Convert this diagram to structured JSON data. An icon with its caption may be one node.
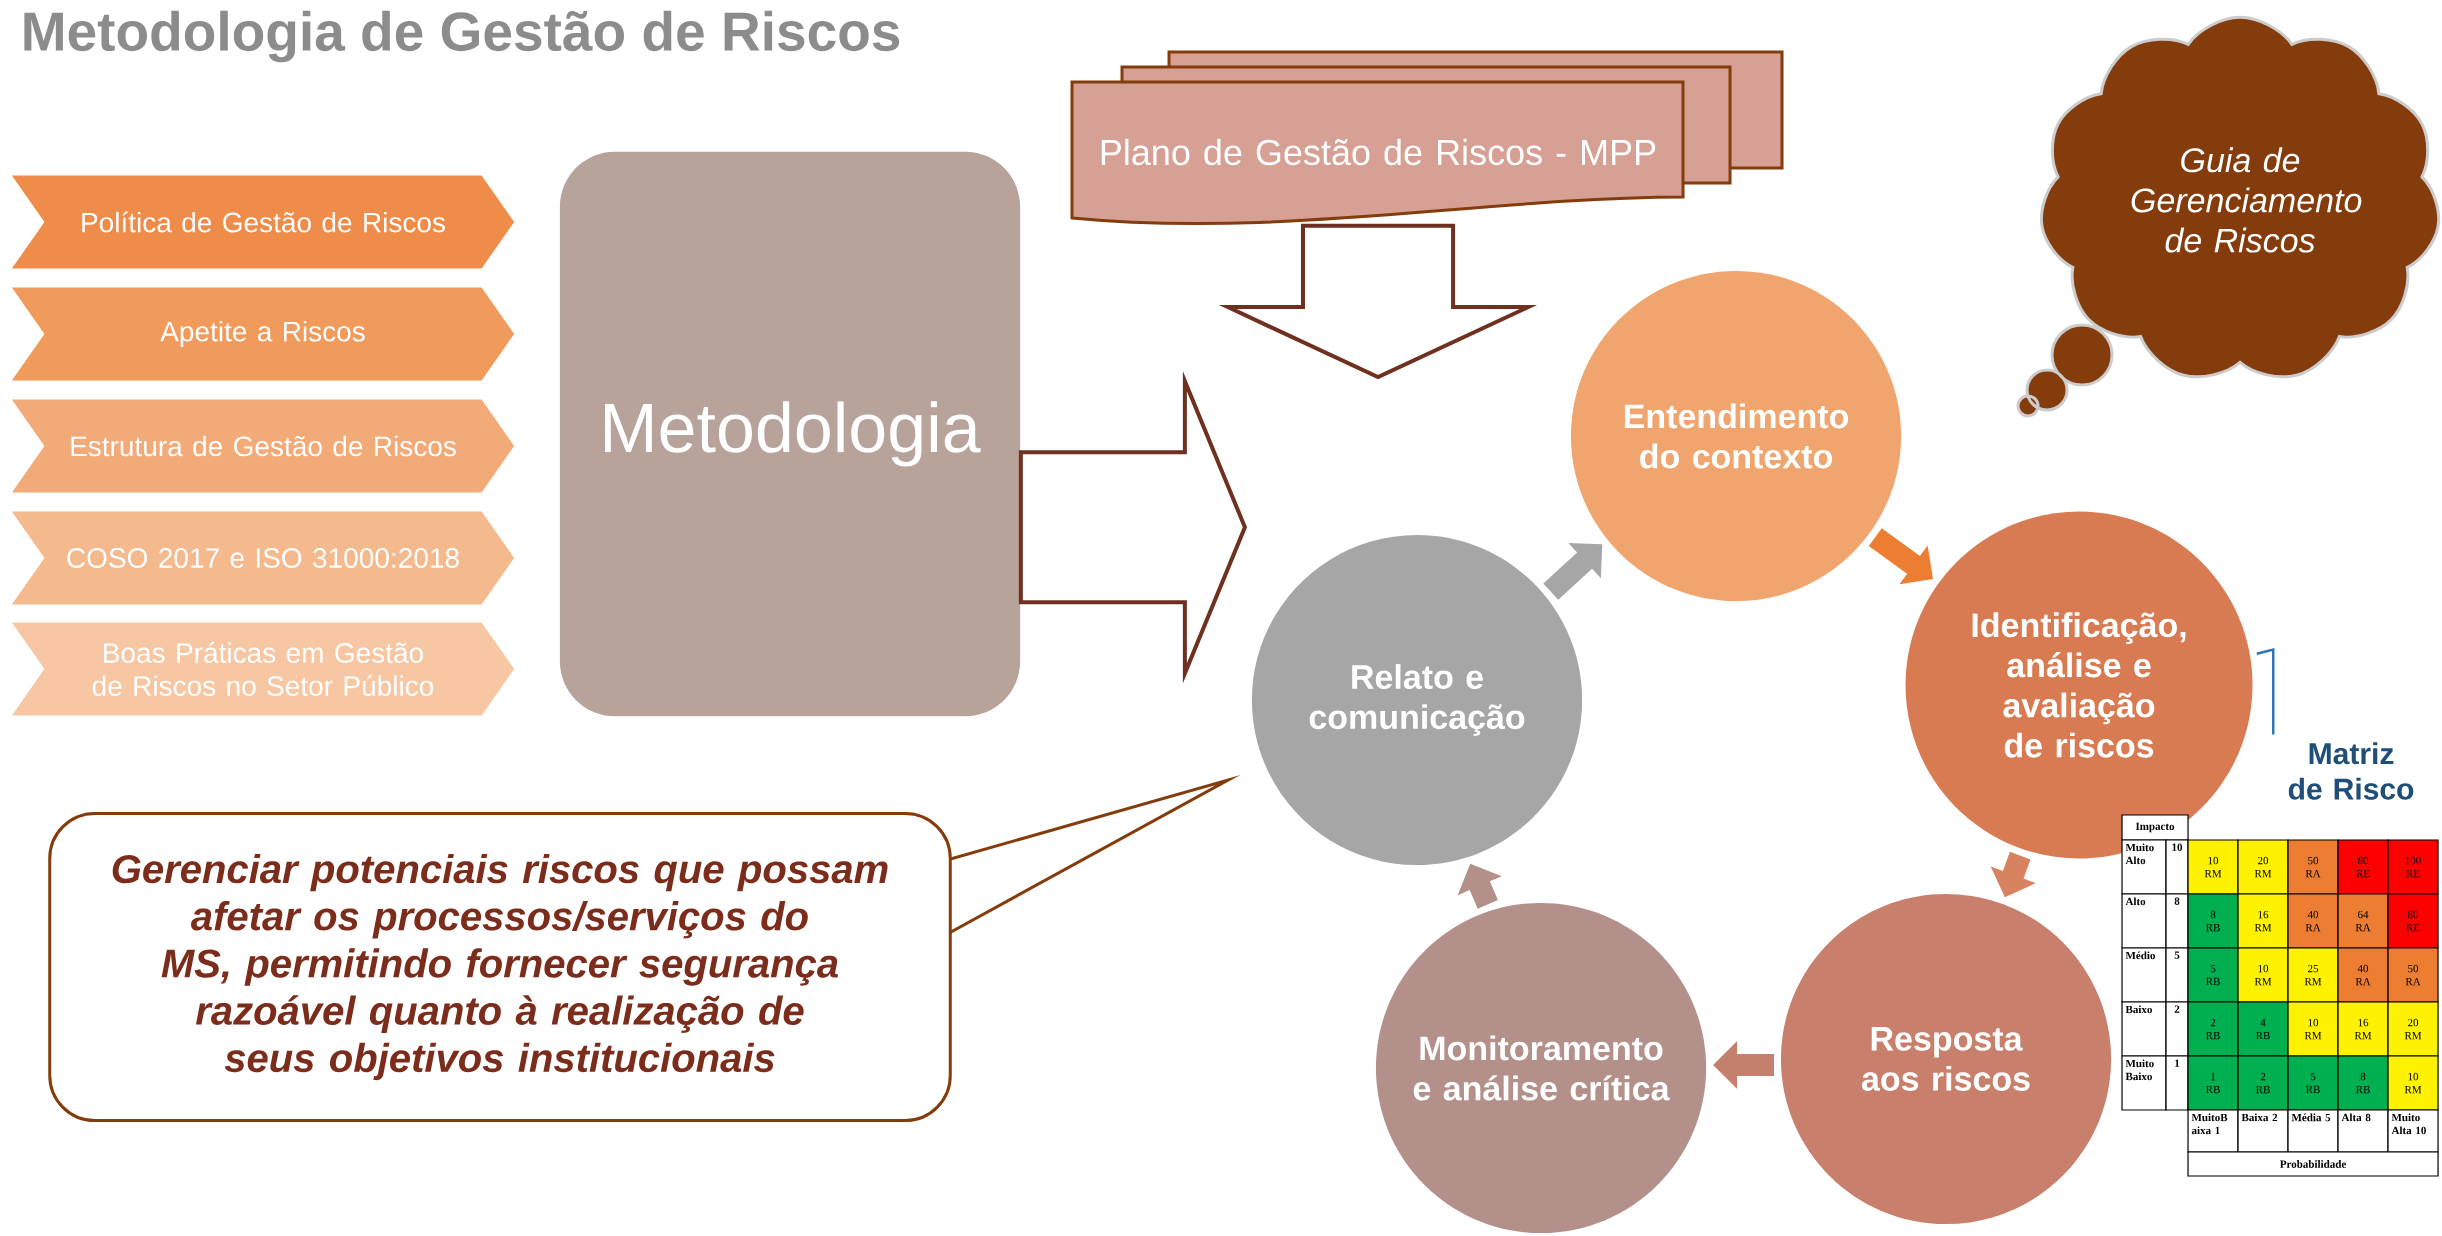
{
  "diagram": {
    "title": "Metodologia de Gestão de Riscos",
    "nodes": [
      {
        "text": [
          "Política de Gestão de Riscos"
        ]
      },
      {
        "text": [
          "Apetite a Riscos"
        ]
      },
      {
        "text": [
          "Estrutura de Gestão de Riscos"
        ]
      },
      {
        "text": [
          "COSO 2017 e ISO 31000:2018"
        ]
      },
      {
        "text": [
          "Boas Práticas em Gestão de Riscos no Setor Público"
        ]
      },
      {
        "text": [
          "Metodologia"
        ]
      },
      {
        "text": [
          "Plano de Gestão de Riscos - MPP"
        ]
      },
      {
        "text": [
          "Guia de Gerenciamento de Riscos"
        ]
      },
      {
        "text": [
          "Entendimento do contexto"
        ]
      },
      {
        "text": [
          "Identificação, análise e avaliação de riscos"
        ]
      },
      {
        "text": [
          "Resposta aos riscos"
        ]
      },
      {
        "text": [
          "Monitoramento e análise crítica"
        ]
      },
      {
        "text": [
          "Relato e comunicação"
        ]
      },
      {
        "text": [
          "Gerenciar potenciais riscos que possam afetar os processos/serviços do MS, permitindo fornecer segurança razoável quanto à realização de seus objetivos institucionais"
        ]
      },
      {
        "text": [
          "Matriz de Risco"
        ]
      }
    ],
    "edges": [
      {
        "from": 5,
        "to": 12,
        "arrow": "to"
      },
      {
        "from": 6,
        "to": 8,
        "arrow": "to"
      },
      {
        "from": 8,
        "to": 9,
        "arrow": "to",
        "style": "thick",
        "color": "#ed7d31"
      },
      {
        "from": 9,
        "to": 10,
        "arrow": "to",
        "style": "thick",
        "color": "#d9825f"
      },
      {
        "from": 10,
        "to": 11,
        "arrow": "to",
        "style": "thick",
        "color": "#c4806d"
      },
      {
        "from": 11,
        "to": 12,
        "arrow": "to",
        "style": "thick",
        "color": "#b39089"
      },
      {
        "from": 12,
        "to": 8,
        "arrow": "to",
        "style": "thick",
        "color": "#a6a6a6"
      },
      {
        "from": 14,
        "to": 9,
        "arrow": "none",
        "color": "#2e75b6"
      }
    ],
    "labels": [
      "Impacto",
      "Muito Alto",
      "10",
      "10 RM",
      "20 RM",
      "50 RA",
      "80 RE",
      "100 RE",
      "Alto",
      "8",
      "8 RB",
      "16 RM",
      "40 RA",
      "64 RA",
      "80 RE",
      "Médio",
      "5",
      "5 RB",
      "10 RM",
      "25 RM",
      "40 RA",
      "50 RA",
      "Baixo",
      "2",
      "2 RB",
      "4 RB",
      "10 RM",
      "16 RM",
      "20 RM",
      "Muito Baixo",
      "1",
      "1 RB",
      "2 RB",
      "5 RB",
      "8 RB",
      "10 RM",
      "MuitoB aixa 1",
      "Baixa 2",
      "Média 5",
      "Alta 8",
      "Muito Alta 10",
      "Probabilidade"
    ]
  }
}
